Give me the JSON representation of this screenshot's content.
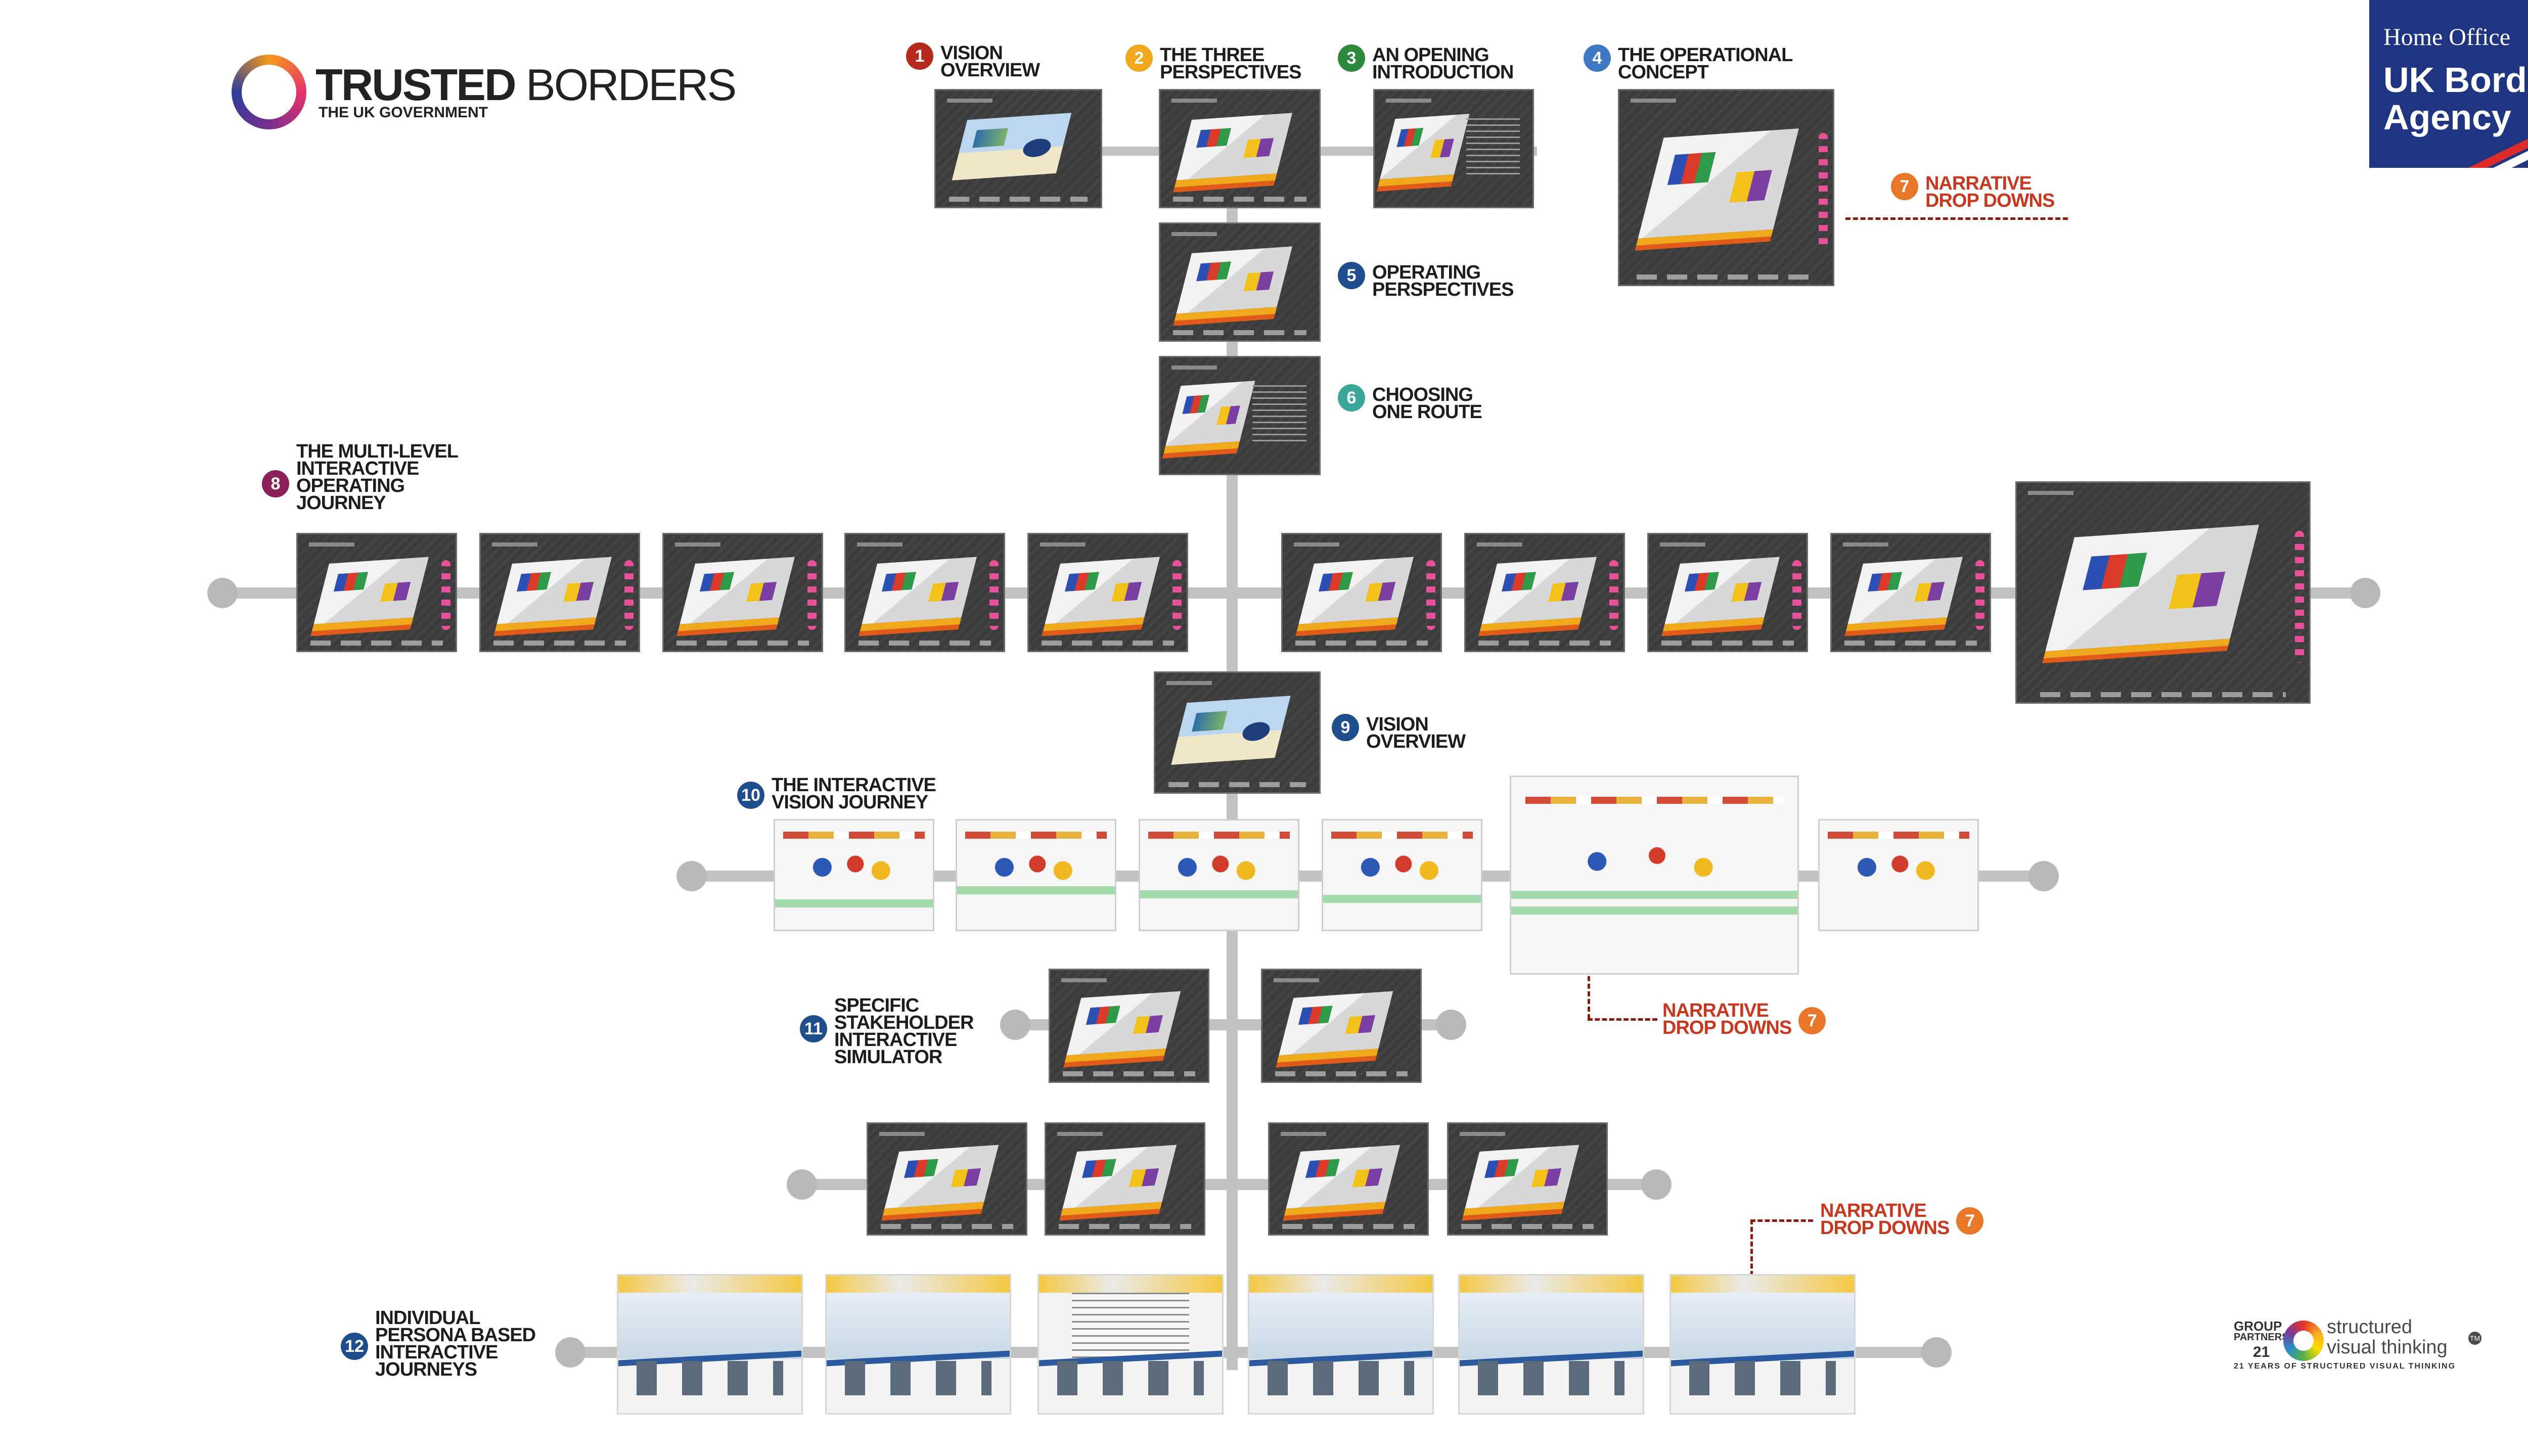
{
  "brand": {
    "title_bold": "TRUSTED",
    "title_light": " BORDERS",
    "subtitle": "THE UK GOVERNMENT"
  },
  "agency_logo": {
    "line1": "Home Office",
    "line2": "UK Border",
    "line3": "Agency",
    "color": "#1f3581"
  },
  "partner_logo": {
    "group_line1": "GROUP",
    "group_line2": "PARTNERS",
    "group_number": "21",
    "svt_line1": "structured",
    "svt_line2": "visual thinking",
    "trademark": "TM",
    "tagline": "21 YEARS OF STRUCTURED VISUAL THINKING"
  },
  "sections": [
    {
      "num": "1",
      "text": "VISION\nOVERVIEW",
      "color": "#b52a1c"
    },
    {
      "num": "2",
      "text": "THE THREE\nPERSPECTIVES",
      "color": "#f0a81c"
    },
    {
      "num": "3",
      "text": "AN OPENING\nINTRODUCTION",
      "color": "#2b8a3e"
    },
    {
      "num": "4",
      "text": "THE OPERATIONAL\nCONCEPT",
      "color": "#3f78c4"
    },
    {
      "num": "5",
      "text": "OPERATING\nPERSPECTIVES",
      "color": "#1e4f8c"
    },
    {
      "num": "6",
      "text": "CHOOSING\nONE ROUTE",
      "color": "#3aa79a"
    },
    {
      "num": "8",
      "text": "THE MULTI-LEVEL\nINTERACTIVE\nOPERATING\nJOURNEY",
      "color": "#8a1f5a"
    },
    {
      "num": "9",
      "text": "VISION\nOVERVIEW",
      "color": "#1e4f8c"
    },
    {
      "num": "10",
      "text": "THE INTERACTIVE\nVISION JOURNEY",
      "color": "#1e4f8c"
    },
    {
      "num": "11",
      "text": "SPECIFIC\nSTAKEHOLDER\nINTERACTIVE\nSIMULATOR",
      "color": "#1e4f8c"
    },
    {
      "num": "12",
      "text": "INDIVIDUAL\nPERSONA BASED\nINTERACTIVE\nJOURNEYS",
      "color": "#1e4f8c"
    }
  ],
  "narrative": {
    "num": "7",
    "text": "NARRATIVE\nDROP DOWNS",
    "color": "#e8772a"
  }
}
